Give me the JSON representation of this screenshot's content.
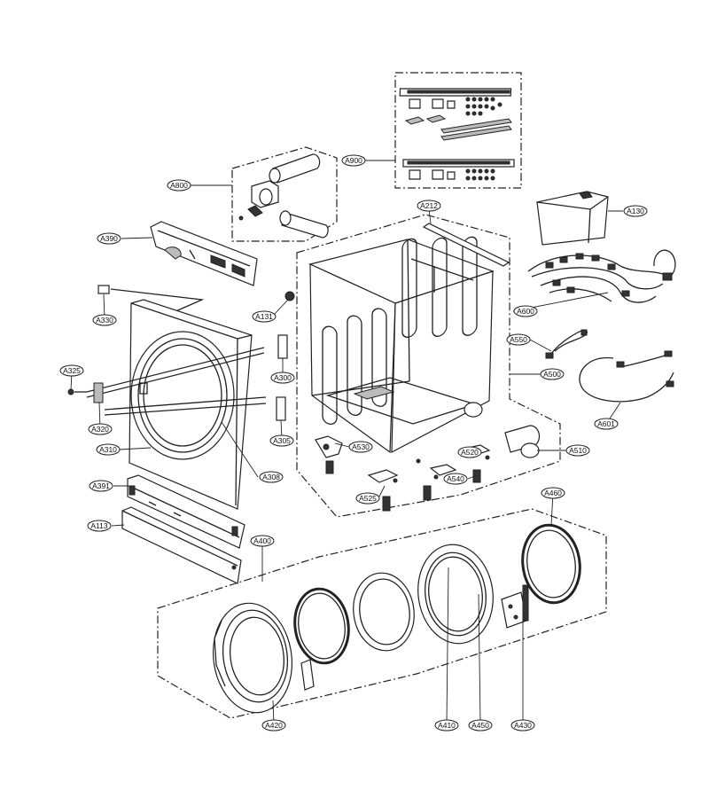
{
  "parts": [
    {
      "id": "a900",
      "label": "A900"
    },
    {
      "id": "a800",
      "label": "A800"
    },
    {
      "id": "a212",
      "label": "A212"
    },
    {
      "id": "a130",
      "label": "A130"
    },
    {
      "id": "a390",
      "label": "A390"
    },
    {
      "id": "a330",
      "label": "A330"
    },
    {
      "id": "a131",
      "label": "A131"
    },
    {
      "id": "a600",
      "label": "A600"
    },
    {
      "id": "a550",
      "label": "A550"
    },
    {
      "id": "a325",
      "label": "A325"
    },
    {
      "id": "a300",
      "label": "A300"
    },
    {
      "id": "a500",
      "label": "A500"
    },
    {
      "id": "a320",
      "label": "A320"
    },
    {
      "id": "a601",
      "label": "A601"
    },
    {
      "id": "a310",
      "label": "A310"
    },
    {
      "id": "a305",
      "label": "A305"
    },
    {
      "id": "a530",
      "label": "A530"
    },
    {
      "id": "a520",
      "label": "A520"
    },
    {
      "id": "a510",
      "label": "A510"
    },
    {
      "id": "a308",
      "label": "A308"
    },
    {
      "id": "a540",
      "label": "A540"
    },
    {
      "id": "a391",
      "label": "A391"
    },
    {
      "id": "a525",
      "label": "A525"
    },
    {
      "id": "a460",
      "label": "A460"
    },
    {
      "id": "a113",
      "label": "A113"
    },
    {
      "id": "a400",
      "label": "A400"
    },
    {
      "id": "a410",
      "label": "A410"
    },
    {
      "id": "a450",
      "label": "A450"
    },
    {
      "id": "a430",
      "label": "A430"
    },
    {
      "id": "a420",
      "label": "A420"
    }
  ]
}
